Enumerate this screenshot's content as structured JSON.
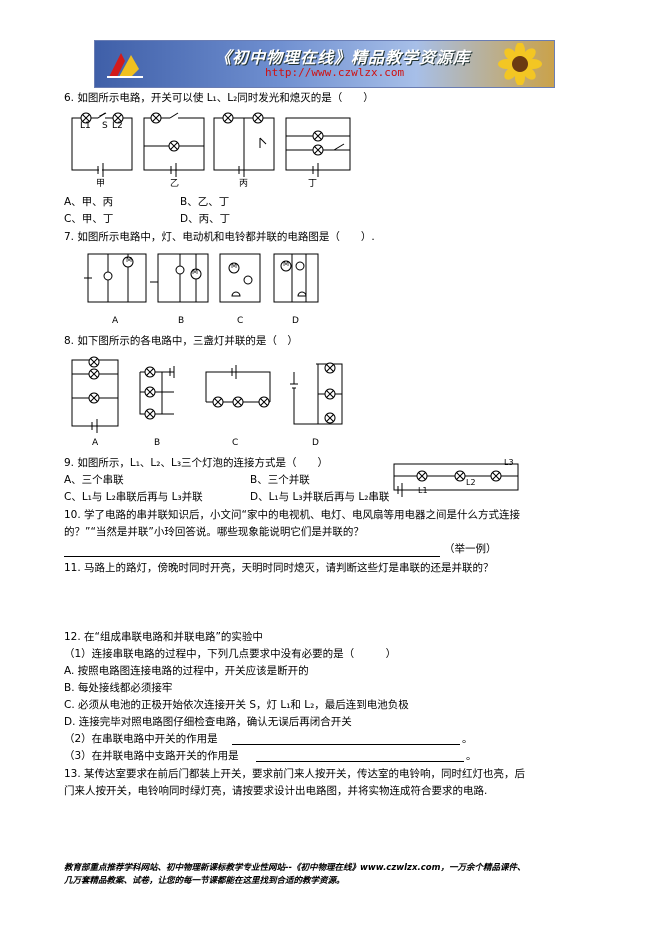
{
  "banner": {
    "title": "《初中物理在线》精品教学资源库",
    "url": "http://www.czwlzx.com"
  },
  "q6": {
    "stem": "6. 如图所示电路，开关可以使 L₁、L₂同时发光和熄灭的是（　　）",
    "fig_labels": [
      "甲",
      "乙",
      "丙",
      "丁"
    ],
    "comp": {
      "l1": "L1",
      "l2": "L2",
      "s": "S"
    },
    "opt_a": "A、甲、丙",
    "opt_b": "B、乙、丁",
    "opt_c": "C、甲、丁",
    "opt_d": "D、丙、丁"
  },
  "q7": {
    "stem": "7. 如图所示电路中，灯、电动机和电铃都并联的电路图是（　　）.",
    "fig_labels": [
      "A",
      "B",
      "C",
      "D"
    ],
    "motor": "M"
  },
  "q8": {
    "stem": "8. 如下图所示的各电路中，三盏灯并联的是（　）",
    "fig_labels": [
      "A",
      "B",
      "C",
      "D"
    ]
  },
  "q9": {
    "stem": "9. 如图所示，L₁、L₂、L₃三个灯泡的连接方式是（　　）",
    "opt_a": "A、三个串联",
    "opt_b": "B、三个并联",
    "opt_c": "C、L₁与 L₂串联后再与 L₃并联",
    "opt_d": "D、L₁与 L₃并联后再与 L₂串联",
    "fig": {
      "l1": "L1",
      "l2": "L2",
      "l3": "L3"
    }
  },
  "q10": {
    "line1": "10. 学了电路的串并联知识后，小文问“家中的电视机、电灯、电风扇等用电器之间是什么方式连接",
    "line2": "的？”“当然是并联”小玲回答说。哪些现象能说明它们是并联的？",
    "suffix": "（举一例）"
  },
  "q11": {
    "stem": "11. 马路上的路灯，傍晚时同时开亮，天明时同时熄灭，请判断这些灯是串联的还是并联的？"
  },
  "q12": {
    "stem": "12. 在“组成串联电路和并联电路”的实验中",
    "sub1": "（1）连接串联电路的过程中，下列几点要求中没有必要的是（　　　）",
    "opt_a": "A. 按照电路图连接电路的过程中，开关应该是断开的",
    "opt_b": "B. 每处接线都必须接牢",
    "opt_c": "C. 必须从电池的正极开始依次连接开关 S，灯 L₁和 L₂，最后连到电池负极",
    "opt_d": "D. 连接完毕对照电路图仔细检查电路，确认无误后再闭合开关",
    "sub2": "（2）在串联电路中开关的作用是",
    "sub3": "（3）在并联电路中支路开关的作用是",
    "end_mark": "。"
  },
  "q13": {
    "line1": "13. 某传达室要求在前后门都装上开关，要求前门来人按开关，传达室的电铃响，同时红灯也亮，后",
    "line2": "门来人按开关，电铃响同时绿灯亮，请按要求设计出电路图，并将实物连成符合要求的电路."
  },
  "footer": {
    "line1": "教育部重点推荐学科网站、初中物理新课标教学专业性网站--《初中物理在线》www.czwlzx.com，一万余个精品课件、",
    "line2": "几万套精品教案、试卷，让您的每一节课都能在这里找到合适的教学资源。"
  }
}
